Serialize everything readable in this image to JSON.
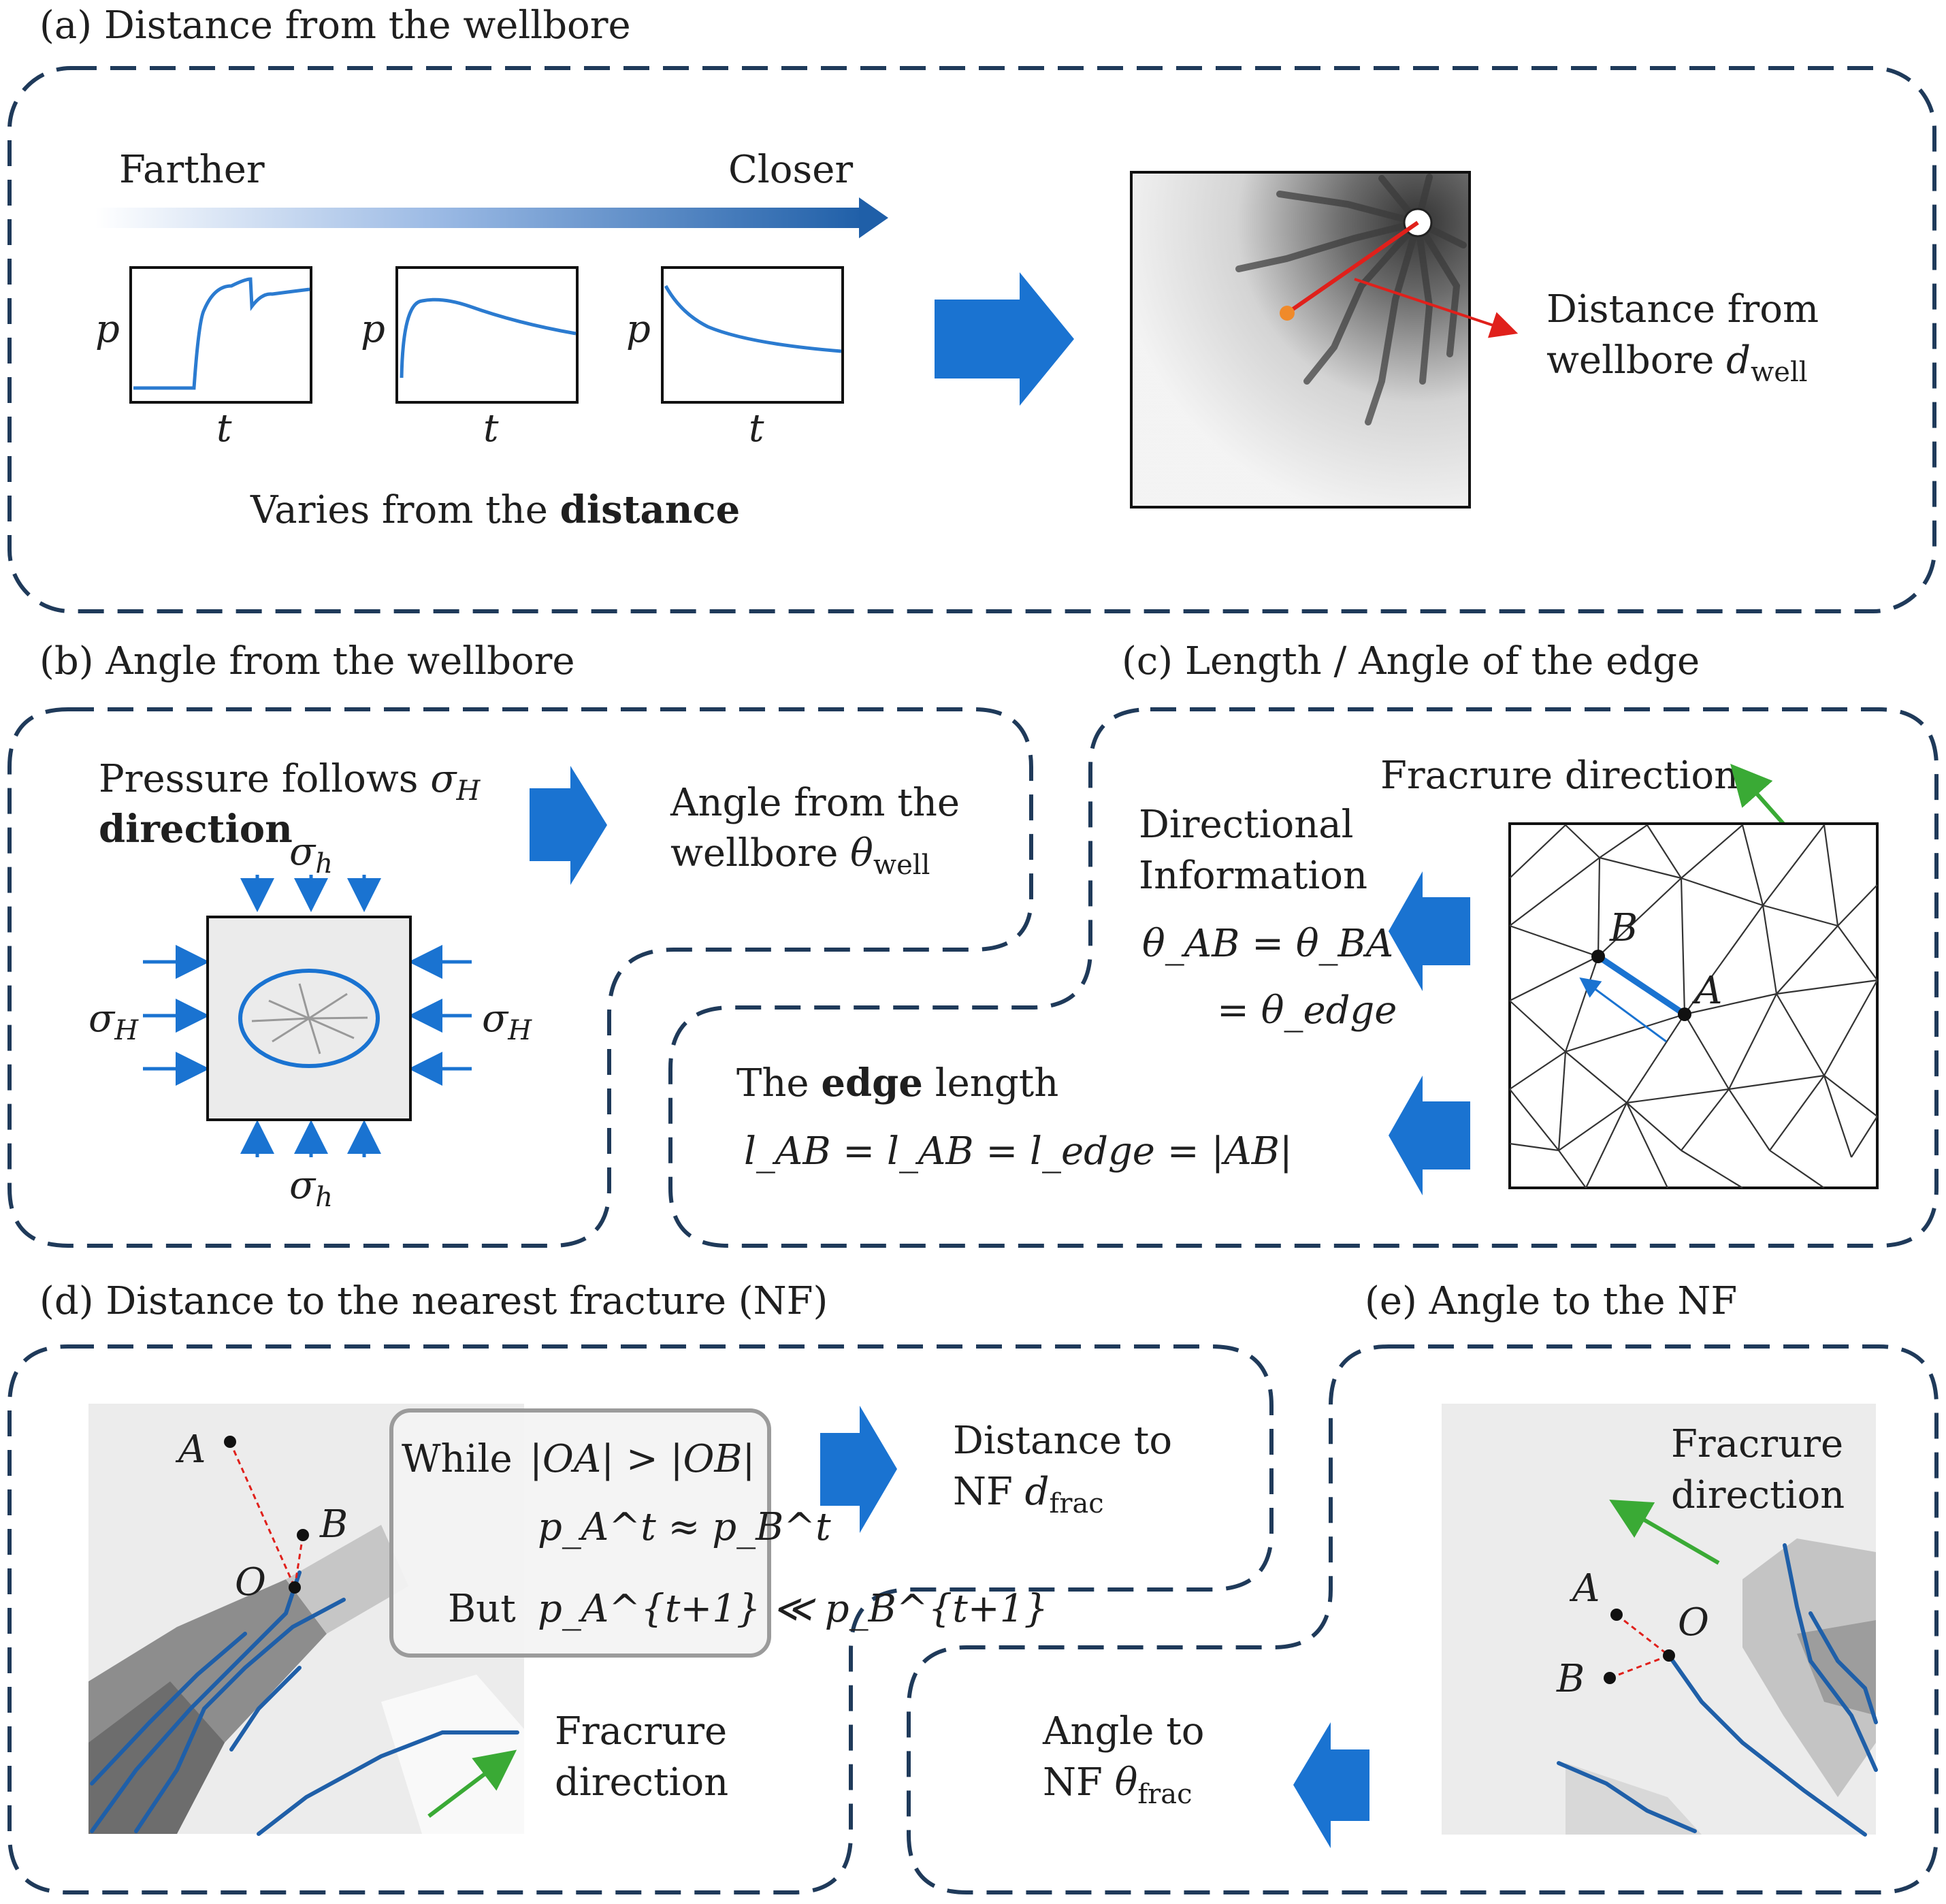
{
  "panels": {
    "a": {
      "title": "(a) Distance from the wellbore",
      "gradient_left": "Farther",
      "gradient_right": "Closer",
      "p_label": "p",
      "t_label": "t",
      "caption_prefix": "Varies from the ",
      "caption_bold": "distance",
      "result_line1": "Distance from",
      "result_line2": "wellbore ",
      "result_symbol": "d",
      "result_sub": "well"
    },
    "b": {
      "title": "(b) Angle from the wellbore",
      "line1_prefix": "Pressure follows ",
      "line1_symbol": "σ",
      "line1_sub": "H",
      "line2_bold": "direction",
      "sigma_h_top": "σ",
      "sigma_h_sub": "h",
      "sigma_H": "σ",
      "sigma_H_sub": "H",
      "result_line1": "Angle from the",
      "result_line2": "wellbore ",
      "result_symbol": "θ",
      "result_sub": "well"
    },
    "c": {
      "title": "(c) Length / Angle of the edge",
      "fracture_direction": "Fracrure direction",
      "info_line1": "Directional",
      "info_line2": "Information",
      "eq1": "θ_AB = θ_BA",
      "eq2": "= θ_edge",
      "edge_prefix": "The ",
      "edge_bold": "edge",
      "edge_suffix": " length",
      "eq3": "l_AB = l_AB = l_edge = |AB|",
      "point_A": "A",
      "point_B": "B"
    },
    "d": {
      "title": "(d) Distance to the nearest fracture (NF)",
      "while_label": "While",
      "while_eq": "|OA| > |OB|",
      "approx_eq": "p_A^t ≈ p_B^t",
      "but_label": "But",
      "but_eq": "p_A^{t+1} ≪ p_B^{t+1}",
      "result_line1": "Distance to",
      "result_line2": "NF ",
      "result_symbol": "d",
      "result_sub": "frac",
      "fracture_line1": "Fracrure",
      "fracture_line2": "direction",
      "point_A": "A",
      "point_B": "B",
      "point_O": "O"
    },
    "e": {
      "title": "(e) Angle to the NF",
      "fracture_line1": "Fracrure",
      "fracture_line2": "direction",
      "result_line1": "Angle to",
      "result_line2": "NF ",
      "result_symbol": "θ",
      "result_sub": "frac",
      "point_A": "A",
      "point_B": "B",
      "point_O": "O"
    }
  },
  "colors": {
    "panel_border": "#1f3a5a",
    "arrow_blue": "#1a73d1",
    "curve_blue": "#2b7bd0",
    "red_line": "#e0201b",
    "green_arrow": "#3aaa35",
    "fracture_blue": "#1f5fa8"
  }
}
